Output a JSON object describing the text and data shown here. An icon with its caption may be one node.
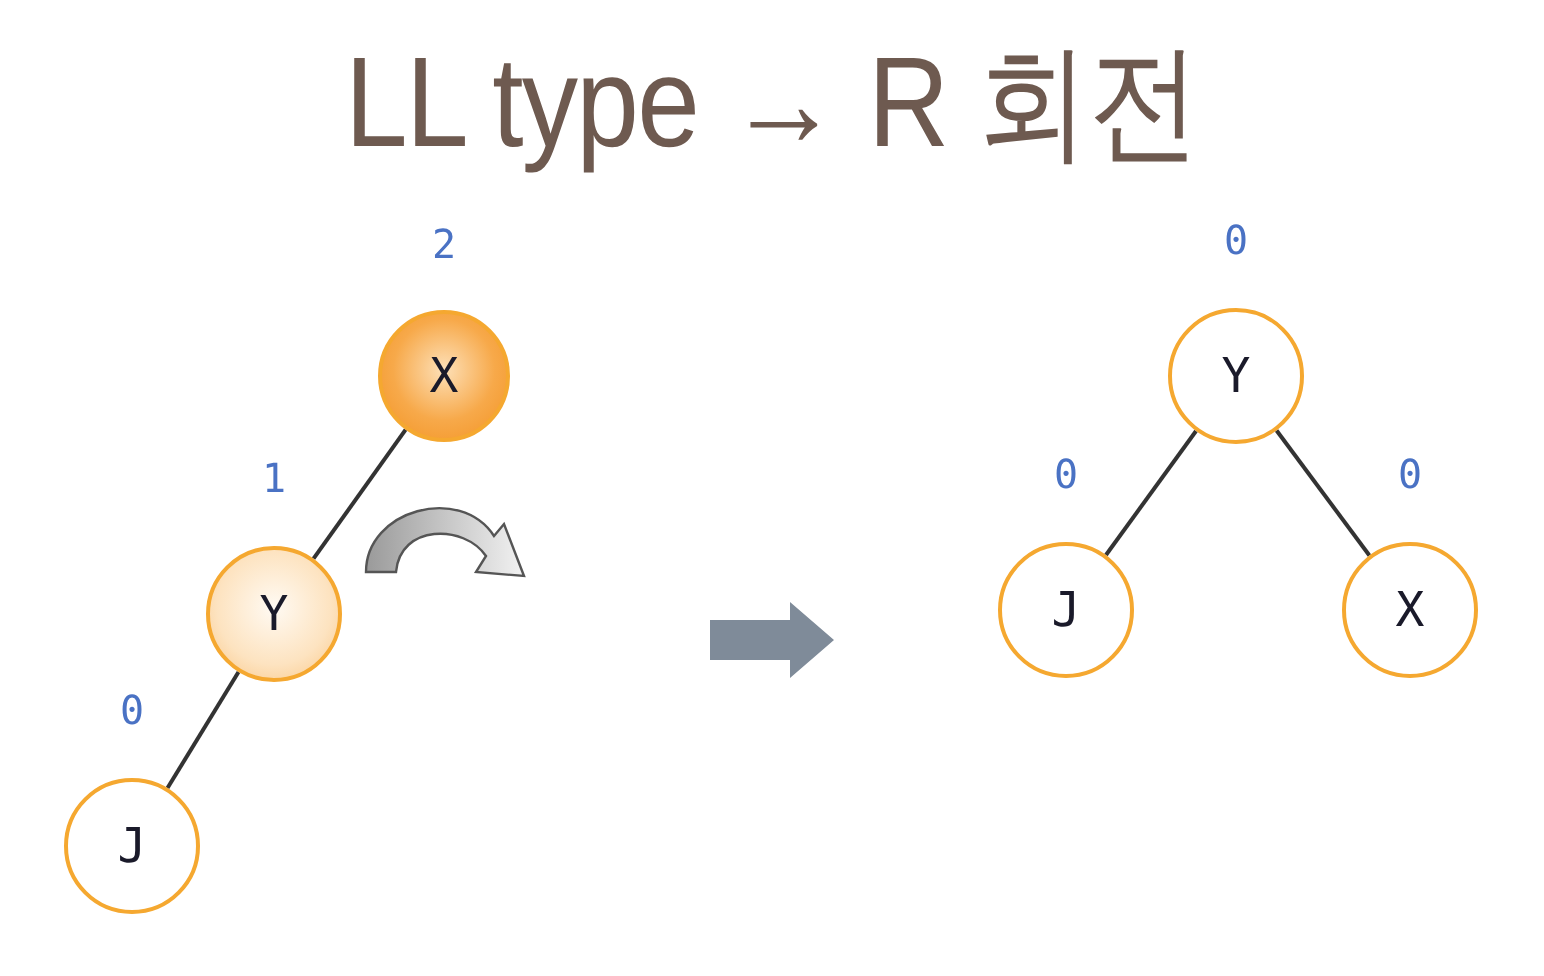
{
  "diagram": {
    "title": "LL type → R 회전",
    "nodes": [
      {
        "text": [
          "X"
        ],
        "beside": [
          "2"
        ]
      },
      {
        "text": [
          "Y"
        ],
        "beside": [
          "1"
        ]
      },
      {
        "text": [
          "J"
        ],
        "beside": [
          "0"
        ]
      },
      {
        "text": [
          "Y"
        ],
        "beside": [
          "0"
        ]
      },
      {
        "text": [
          "J"
        ],
        "beside": [
          "0"
        ]
      },
      {
        "text": [
          "X"
        ],
        "beside": [
          "0"
        ]
      }
    ],
    "edges": [
      {
        "from": 0,
        "to": 1,
        "arrow": "none"
      },
      {
        "from": 1,
        "to": 2,
        "arrow": "none"
      },
      {
        "from": 3,
        "to": 4,
        "arrow": "none"
      },
      {
        "from": 3,
        "to": 5,
        "arrow": "none"
      }
    ]
  }
}
